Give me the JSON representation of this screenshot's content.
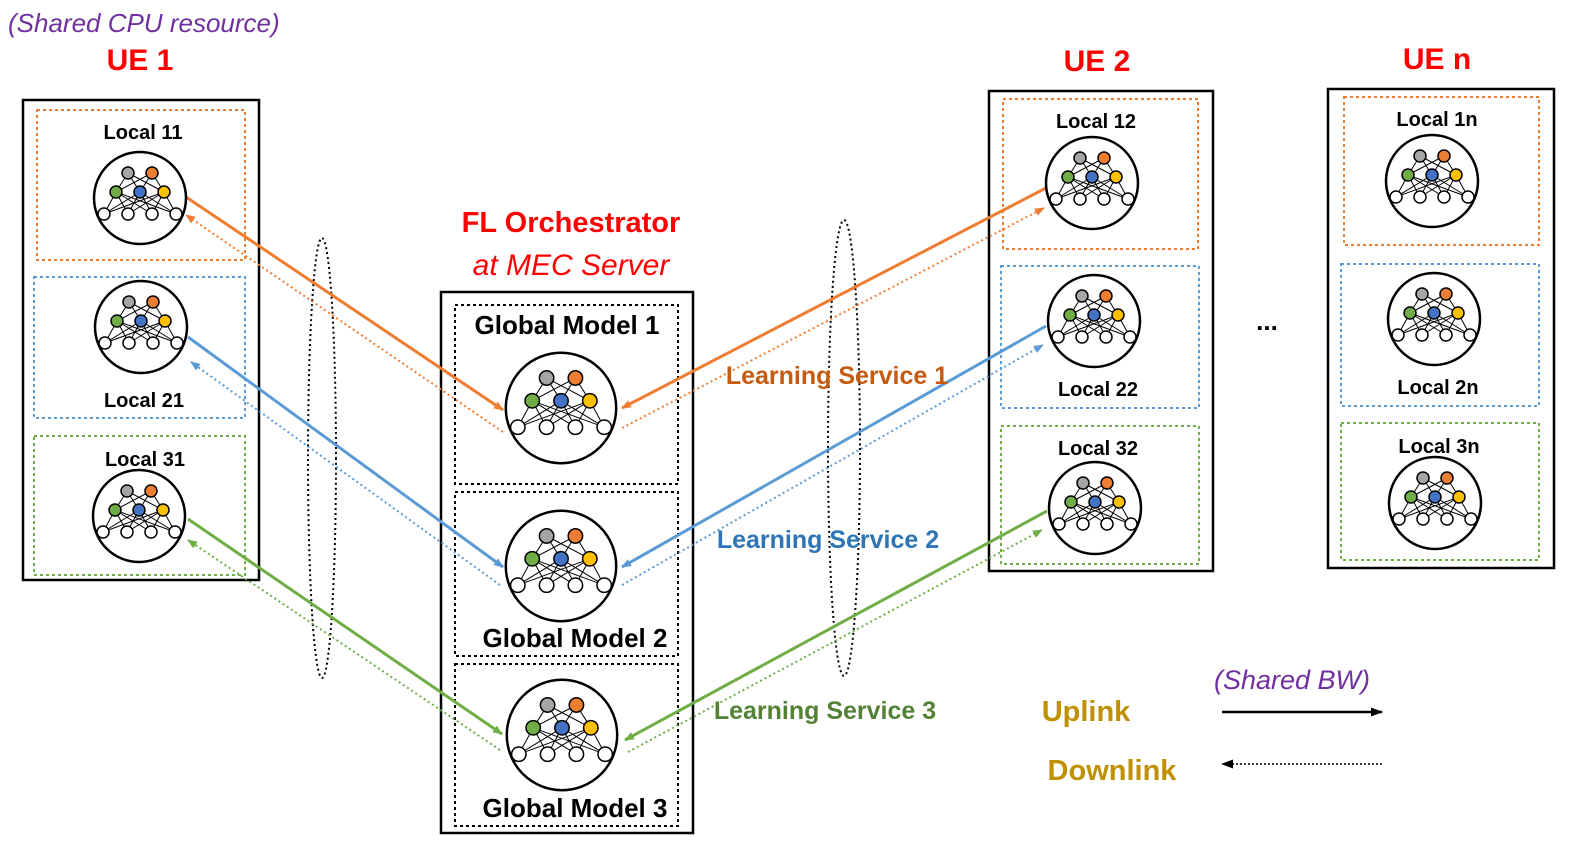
{
  "annotations": {
    "cpu": "(Shared CPU resource)",
    "bw": "(Shared BW)",
    "ellipsis": "..."
  },
  "ue": {
    "ue1": "UE 1",
    "ue2": "UE 2",
    "uen": "UE n"
  },
  "locals": {
    "l11": "Local 11",
    "l21": "Local 21",
    "l31": "Local 31",
    "l12": "Local 12",
    "l22": "Local 22",
    "l32": "Local 32",
    "l1n": "Local 1n",
    "l2n": "Local 2n",
    "l3n": "Local 3n"
  },
  "orchestrator": {
    "title": "FL Orchestrator",
    "subtitle": "at MEC Server",
    "g1": "Global Model 1",
    "g2": "Global Model 2",
    "g3": "Global Model 3"
  },
  "services": {
    "s1": "Learning Service 1",
    "s2": "Learning Service 2",
    "s3": "Learning Service 3"
  },
  "legend": {
    "uplink": "Uplink",
    "downlink": "Downlink"
  },
  "colors": {
    "orange": "#ED7D31",
    "blue": "#5B9BD5",
    "green": "#70AD47",
    "yellow": "#FFC000",
    "gray": "#A5A5A5",
    "node_blue": "#4472C4",
    "red": "#FF0000",
    "purple": "#7030A0",
    "gold": "#BF9000",
    "service1": "#C55A11",
    "service2": "#2E75B6",
    "service3": "#548235"
  }
}
